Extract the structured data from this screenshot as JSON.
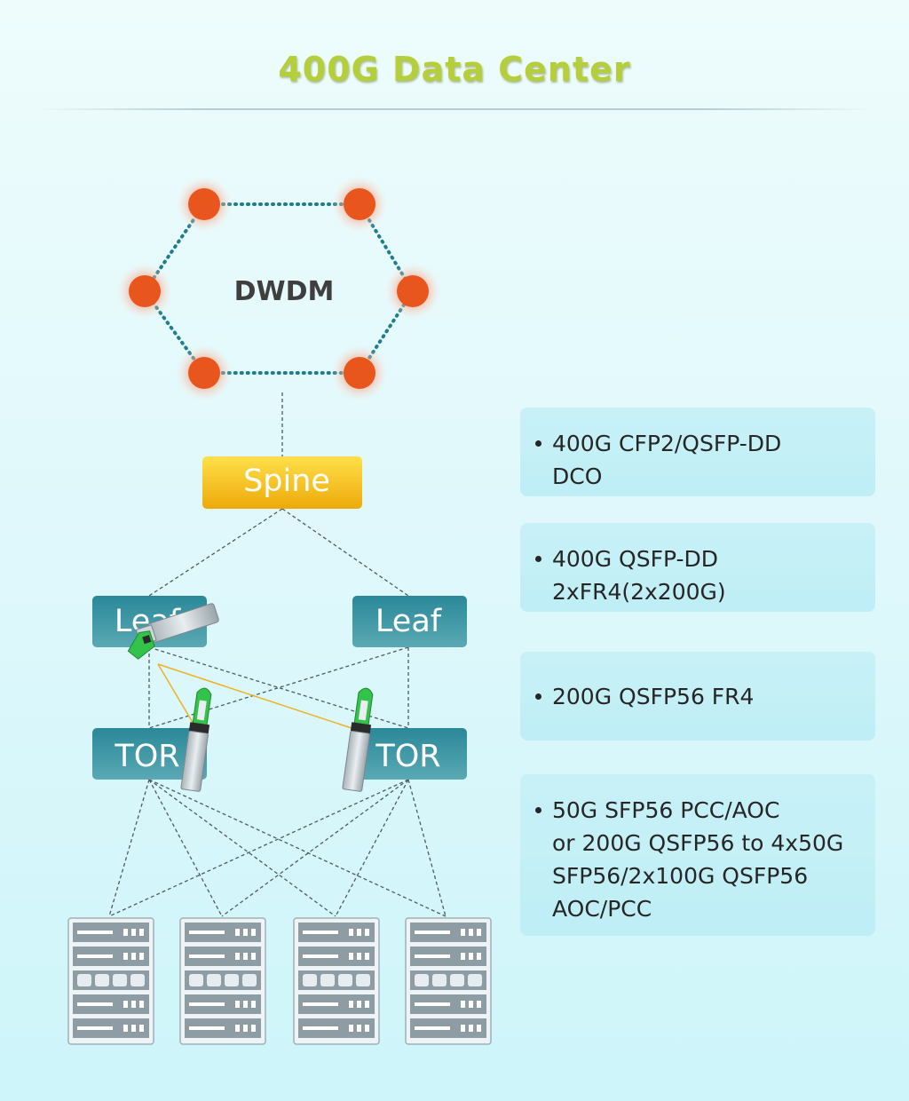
{
  "title": "400G Data Center",
  "nodes": {
    "ring": "DWDM",
    "spine": "Spine",
    "leaf_left": "Leaf",
    "leaf_right": "Leaf",
    "tor_left": "TOR",
    "tor_right": "TOR"
  },
  "panels": [
    {
      "lines": [
        "400G CFP2/QSFP-DD",
        "DCO"
      ]
    },
    {
      "lines": [
        "400G QSFP-DD",
        "2xFR4(2x200G)"
      ]
    },
    {
      "lines": [
        "200G QSFP56 FR4"
      ]
    },
    {
      "lines": [
        "50G SFP56 PCC/AOC",
        "or 200G QSFP56 to 4x50G",
        "SFP56/2x100G QSFP56",
        "AOC/PCC"
      ]
    }
  ],
  "colors": {
    "title": "#b5cf3a",
    "ring_dots": "#1f7d8c",
    "ring_nodes": "#e8561d",
    "spine": "#f2b90c",
    "leaf_tor": "#2e8b9b",
    "transceiver_latch": "#33c24a",
    "fiber": "#f0b020"
  },
  "icons": [
    "server-rack-icon",
    "transceiver-module-icon"
  ]
}
